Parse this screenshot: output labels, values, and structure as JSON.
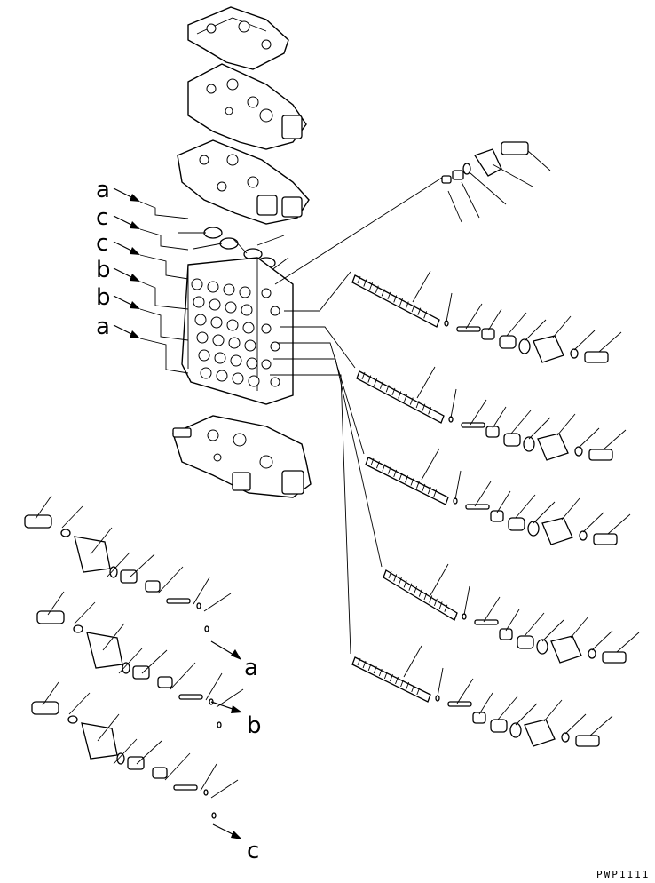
{
  "diagram": {
    "drawing_code": "PWP1111",
    "left_labels": [
      "a",
      "c",
      "c",
      "b",
      "b",
      "a"
    ],
    "end_labels": [
      "a",
      "b",
      "c"
    ]
  }
}
